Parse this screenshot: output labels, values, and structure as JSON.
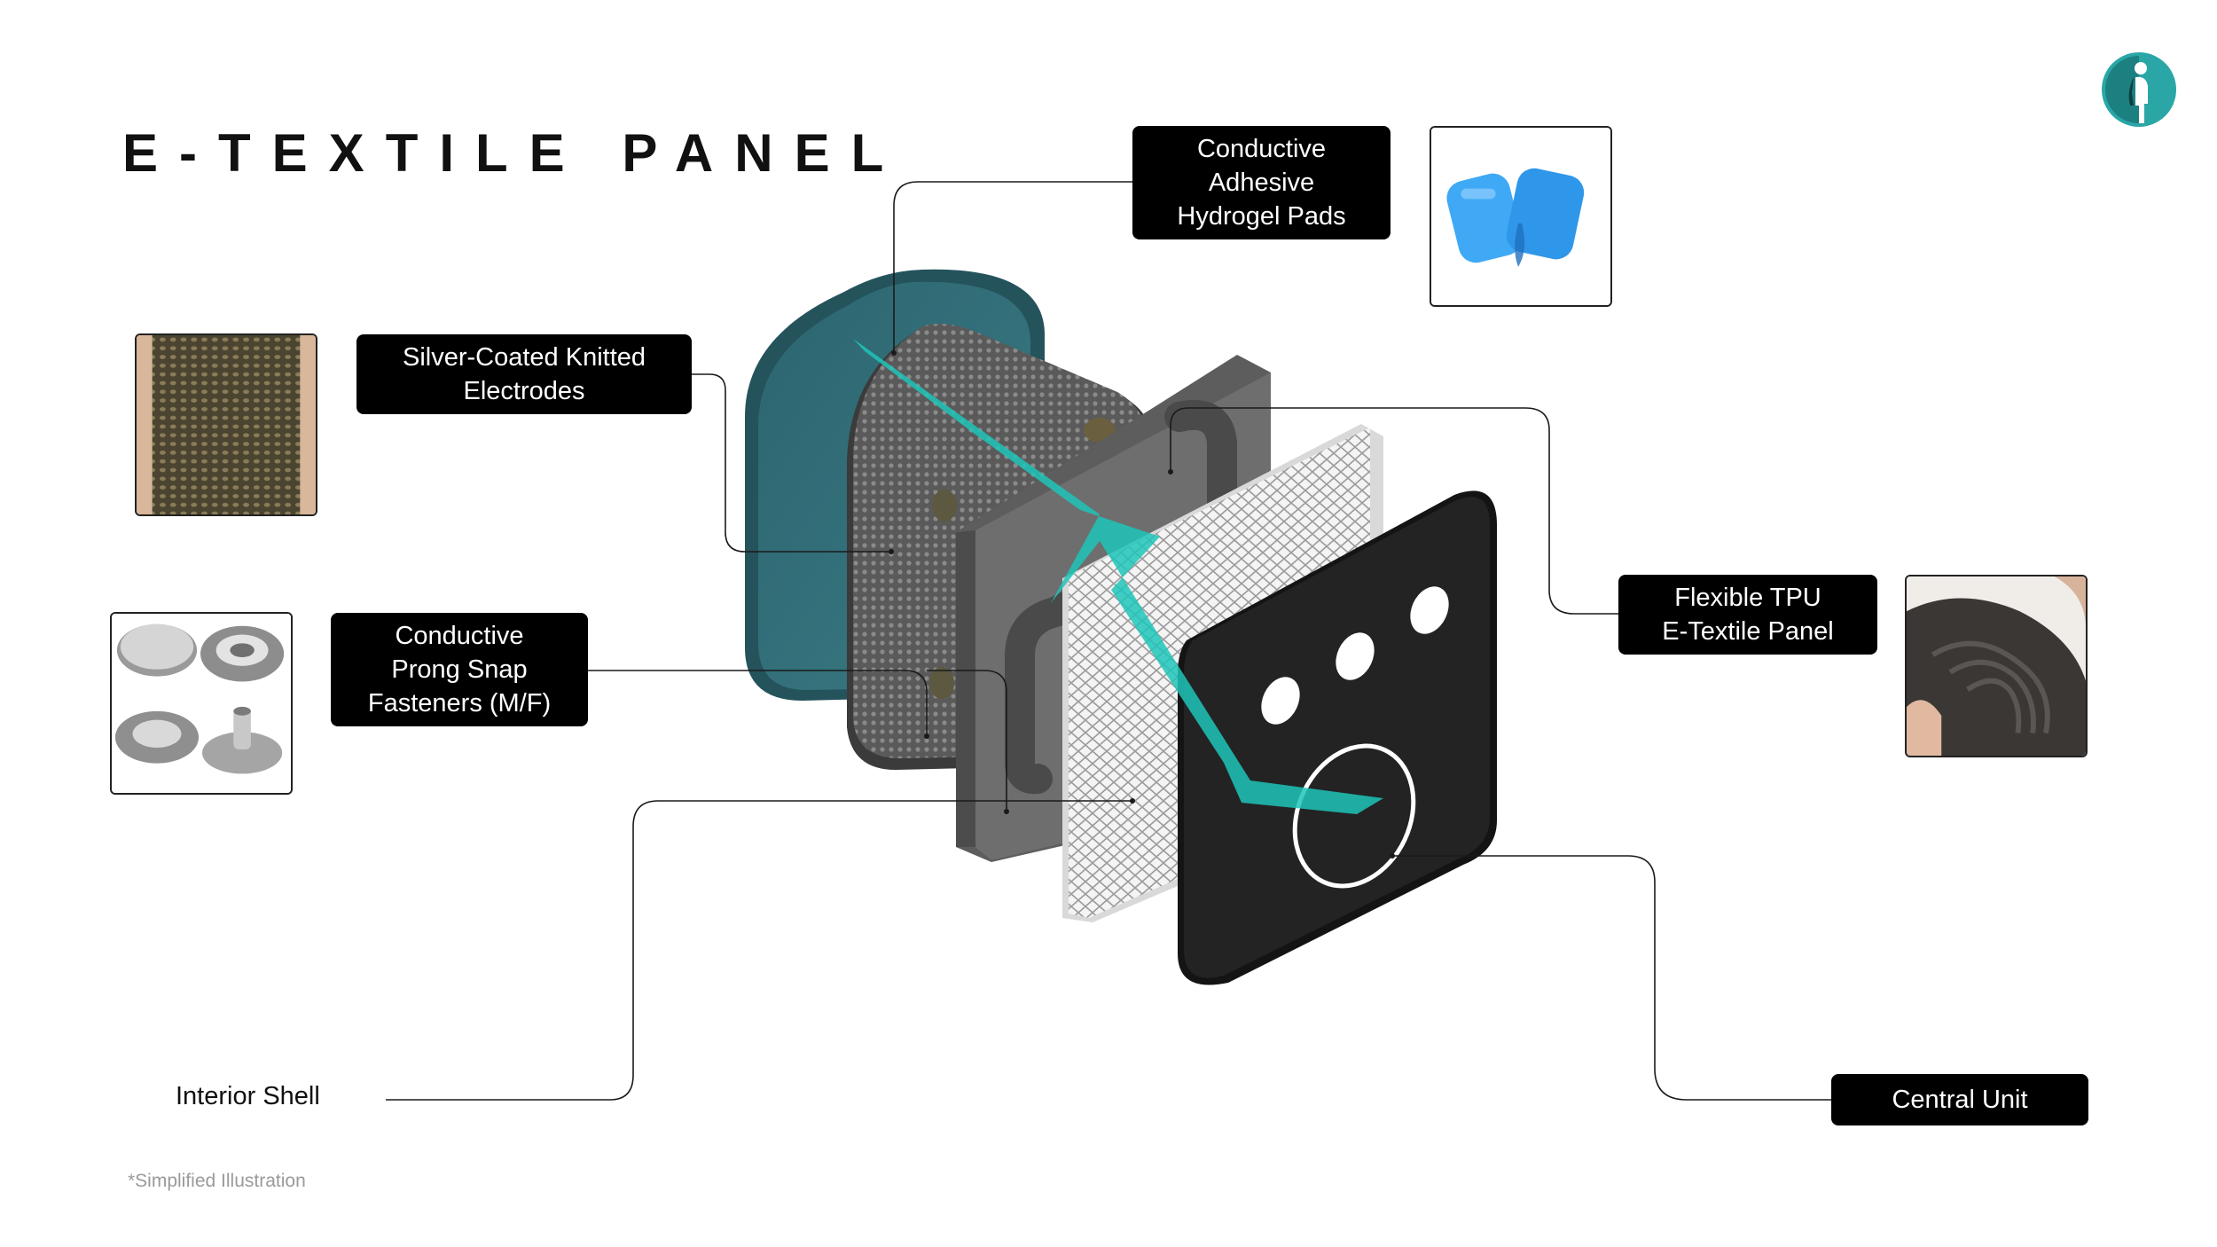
{
  "title": "E-TEXTILE PANEL",
  "labels": {
    "hydrogel": [
      "Conductive",
      "Adhesive",
      "Hydrogel Pads"
    ],
    "electrodes": [
      "Silver-Coated Knitted",
      "Electrodes"
    ],
    "fasteners": [
      "Conductive",
      "Prong Snap",
      "Fasteners (M/F)"
    ],
    "tpu": [
      "Flexible TPU",
      "E-Textile Panel"
    ],
    "interior_shell": "Interior Shell",
    "central_unit": "Central Unit"
  },
  "footnote": "*Simplified Illustration",
  "colors": {
    "teal_layer": "#2f6a74",
    "accent_stripe": "#1fc4b8",
    "label_bg": "#000000",
    "hydrogel_blue": "#3fa9f5",
    "logo_teal": "#2aa6a6"
  },
  "icons": {
    "logo": "person-silhouette-logo"
  }
}
